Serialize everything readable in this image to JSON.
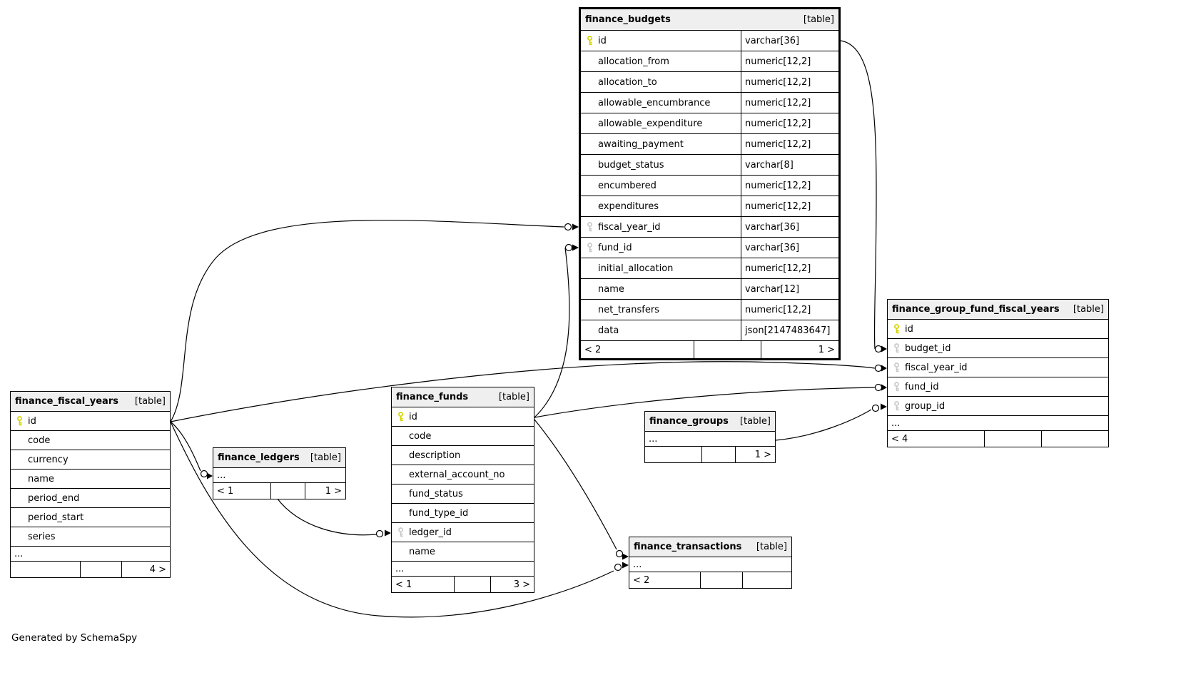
{
  "footnote": "Generated by SchemaSpy",
  "colors": {
    "header_bg": "#efefef",
    "border": "#000000",
    "primary_key": "#d4d400",
    "foreign_key": "#c9c9c9"
  },
  "icons": {
    "primary_key": "yellow-key-icon",
    "foreign_key": "gray-key-icon"
  },
  "tables": [
    {
      "name": "finance_budgets",
      "tag": "[table]",
      "columns": [
        {
          "key": "pk",
          "name": "id",
          "type": "varchar[36]"
        },
        {
          "key": "",
          "name": "allocation_from",
          "type": "numeric[12,2]"
        },
        {
          "key": "",
          "name": "allocation_to",
          "type": "numeric[12,2]"
        },
        {
          "key": "",
          "name": "allowable_encumbrance",
          "type": "numeric[12,2]"
        },
        {
          "key": "",
          "name": "allowable_expenditure",
          "type": "numeric[12,2]"
        },
        {
          "key": "",
          "name": "awaiting_payment",
          "type": "numeric[12,2]"
        },
        {
          "key": "",
          "name": "budget_status",
          "type": "varchar[8]"
        },
        {
          "key": "",
          "name": "encumbered",
          "type": "numeric[12,2]"
        },
        {
          "key": "",
          "name": "expenditures",
          "type": "numeric[12,2]"
        },
        {
          "key": "fk",
          "name": "fiscal_year_id",
          "type": "varchar[36]"
        },
        {
          "key": "fk",
          "name": "fund_id",
          "type": "varchar[36]"
        },
        {
          "key": "",
          "name": "initial_allocation",
          "type": "numeric[12,2]"
        },
        {
          "key": "",
          "name": "name",
          "type": "varchar[12]"
        },
        {
          "key": "",
          "name": "net_transfers",
          "type": "numeric[12,2]"
        },
        {
          "key": "",
          "name": "data",
          "type": "json[2147483647]"
        }
      ],
      "footer": {
        "left": "< 2",
        "middle": "",
        "right": "1 >"
      }
    },
    {
      "name": "finance_fiscal_years",
      "tag": "[table]",
      "columns": [
        {
          "key": "pk",
          "name": "id"
        },
        {
          "key": "",
          "name": "code"
        },
        {
          "key": "",
          "name": "currency"
        },
        {
          "key": "",
          "name": "name"
        },
        {
          "key": "",
          "name": "period_end"
        },
        {
          "key": "",
          "name": "period_start"
        },
        {
          "key": "",
          "name": "series"
        }
      ],
      "ellipsis": "...",
      "footer": {
        "left": "",
        "middle": "",
        "right": "4 >"
      }
    },
    {
      "name": "finance_ledgers",
      "tag": "[table]",
      "ellipsis": "...",
      "footer": {
        "left": "< 1",
        "middle": "",
        "right": "1 >"
      }
    },
    {
      "name": "finance_funds",
      "tag": "[table]",
      "columns": [
        {
          "key": "pk",
          "name": "id"
        },
        {
          "key": "",
          "name": "code"
        },
        {
          "key": "",
          "name": "description"
        },
        {
          "key": "",
          "name": "external_account_no"
        },
        {
          "key": "",
          "name": "fund_status"
        },
        {
          "key": "",
          "name": "fund_type_id"
        },
        {
          "key": "fk",
          "name": "ledger_id"
        },
        {
          "key": "",
          "name": "name"
        }
      ],
      "ellipsis": "...",
      "footer": {
        "left": "< 1",
        "middle": "",
        "right": "3 >"
      }
    },
    {
      "name": "finance_groups",
      "tag": "[table]",
      "ellipsis": "...",
      "footer": {
        "left": "",
        "middle": "",
        "right": "1 >"
      }
    },
    {
      "name": "finance_transactions",
      "tag": "[table]",
      "ellipsis": "...",
      "footer": {
        "left": "< 2",
        "middle": "",
        "right": ""
      }
    },
    {
      "name": "finance_group_fund_fiscal_years",
      "tag": "[table]",
      "columns": [
        {
          "key": "pk",
          "name": "id"
        },
        {
          "key": "fk",
          "name": "budget_id"
        },
        {
          "key": "fk",
          "name": "fiscal_year_id"
        },
        {
          "key": "fk",
          "name": "fund_id"
        },
        {
          "key": "fk",
          "name": "group_id"
        }
      ],
      "ellipsis": "...",
      "footer": {
        "left": "< 4",
        "middle": "",
        "right": ""
      }
    }
  ],
  "relationships": [
    {
      "from": "finance_fiscal_years.id",
      "to": "finance_budgets.fiscal_year_id"
    },
    {
      "from": "finance_funds.id",
      "to": "finance_budgets.fund_id"
    },
    {
      "from": "finance_budgets.id",
      "to": "finance_group_fund_fiscal_years.budget_id"
    },
    {
      "from": "finance_fiscal_years.id",
      "to": "finance_group_fund_fiscal_years.fiscal_year_id"
    },
    {
      "from": "finance_funds.id",
      "to": "finance_group_fund_fiscal_years.fund_id"
    },
    {
      "from": "finance_groups.id",
      "to": "finance_group_fund_fiscal_years.group_id"
    },
    {
      "from": "finance_fiscal_years.id",
      "to": "finance_ledgers"
    },
    {
      "from": "finance_ledgers.id",
      "to": "finance_funds.ledger_id"
    },
    {
      "from": "finance_funds.id",
      "to": "finance_transactions"
    },
    {
      "from": "finance_fiscal_years.id",
      "to": "finance_transactions"
    }
  ]
}
